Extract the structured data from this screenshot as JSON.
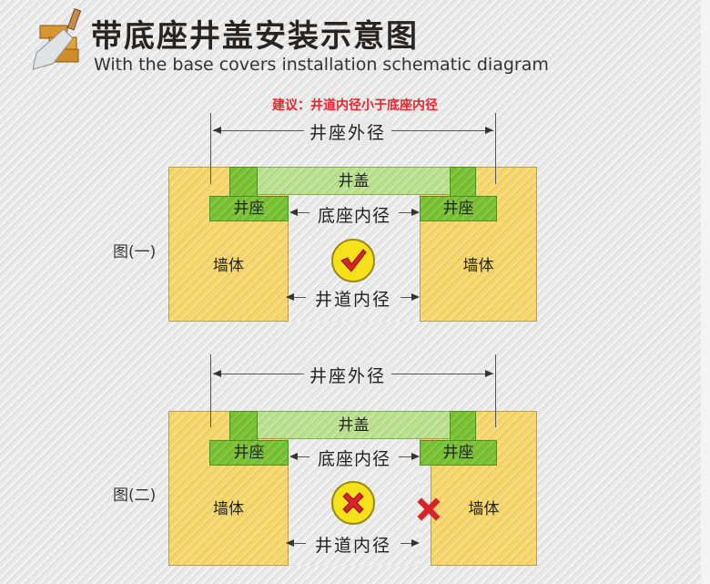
{
  "header": {
    "title_cn": "带底座井盖安装示意图",
    "title_en": "With the base covers installation schematic diagram",
    "logo_icon": "trowel-bricks-icon"
  },
  "note": "建议：井道内径小于底座内径",
  "labels": {
    "outer_diameter": "井座外径",
    "base_inner_diameter": "底座内径",
    "shaft_inner_diameter": "井道内径",
    "cover": "井盖",
    "seat": "井座",
    "wall": "墙体"
  },
  "figures": [
    {
      "label": "图(一)",
      "status": "correct",
      "status_icon": "check-icon"
    },
    {
      "label": "图(二)",
      "status": "incorrect",
      "status_icon": "cross-icon"
    }
  ],
  "colors": {
    "wall": "#f6d66a",
    "seat": "#78c232",
    "cover": "#b9e08c",
    "note": "#e8262b",
    "badge": "#f7e11a",
    "mark": "#d8232a"
  }
}
